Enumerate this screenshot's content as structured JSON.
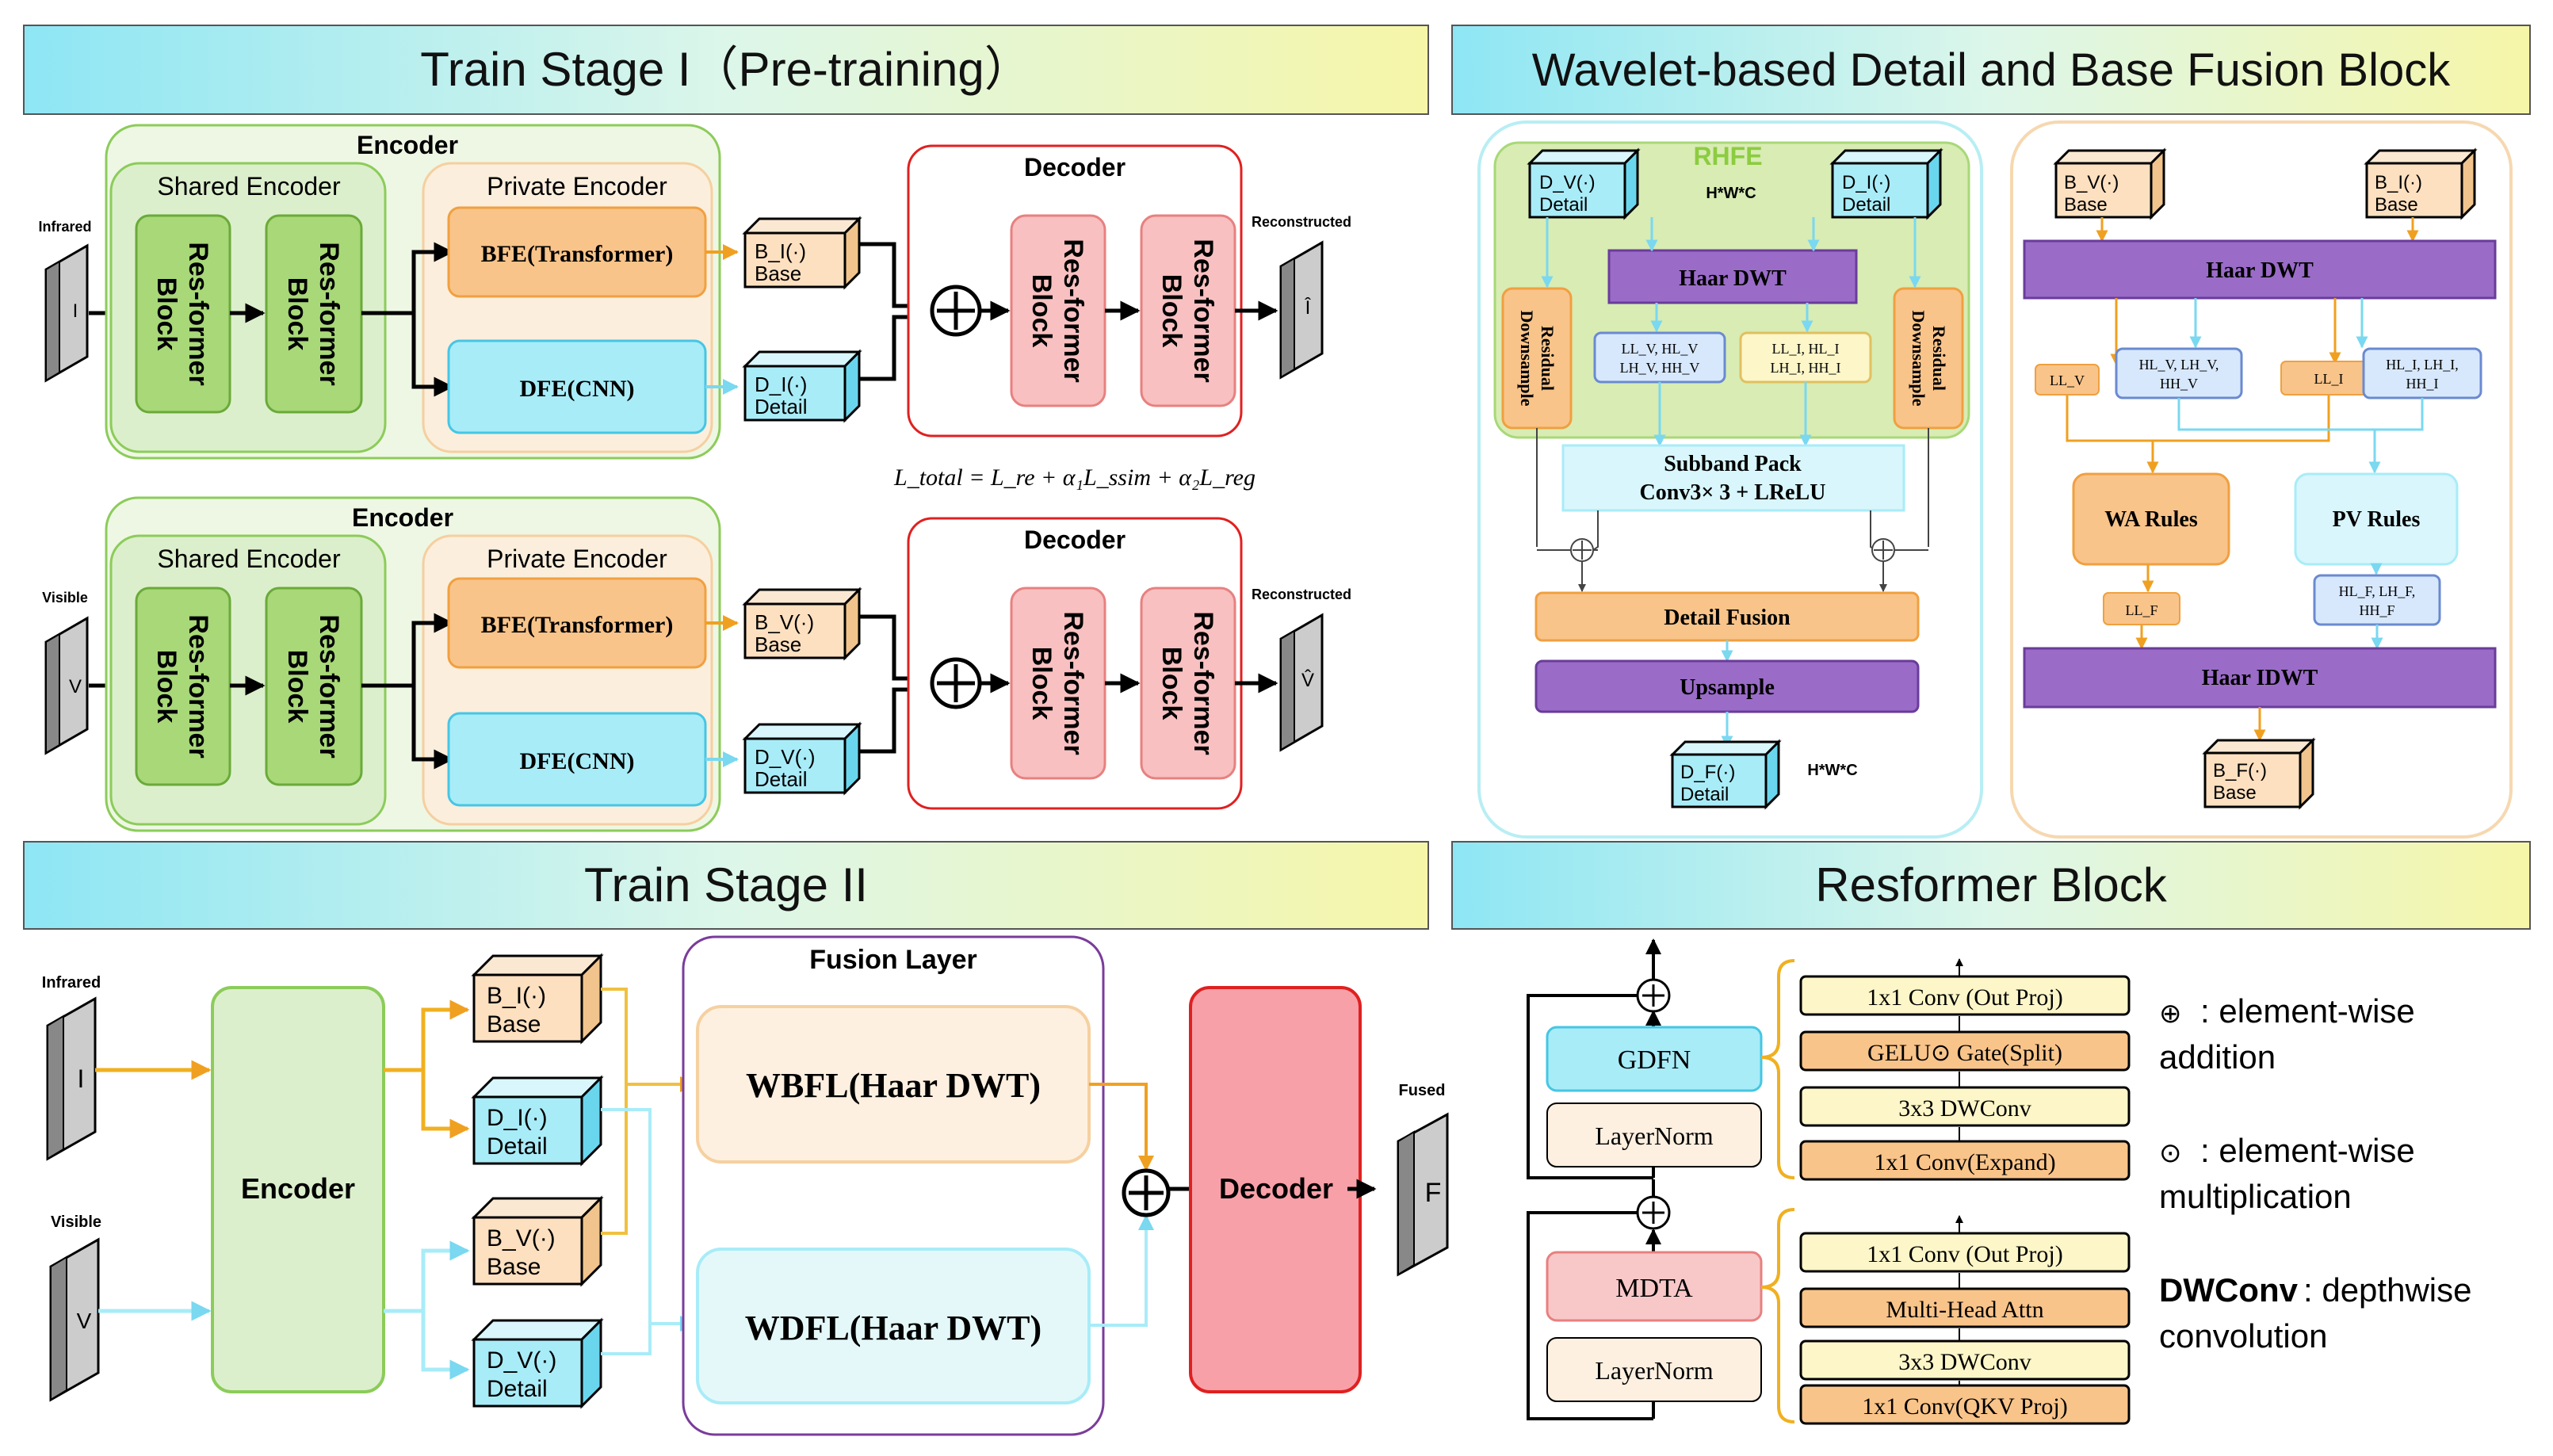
{
  "panels": {
    "stage1": {
      "title": "Train Stage I（Pre-training）"
    },
    "wavelet": {
      "title": "Wavelet-based Detail and Base Fusion Block"
    },
    "stage2": {
      "title": "Train Stage II"
    },
    "resformer": {
      "title": "Resformer Block"
    }
  },
  "stage1": {
    "encoder_label": "Encoder",
    "shared_label": "Shared Encoder",
    "private_label": "Private Encoder",
    "resblock_text": "Res-former Block",
    "bfe": "BFE(Transformer)",
    "dfe": "DFE(CNN)",
    "decoder_label": "Decoder",
    "reconstructed": "Reconstructed",
    "infrared": "Infrared",
    "visible": "Visible",
    "img_I": "I",
    "img_V": "V",
    "img_Ihat": "Î",
    "img_Vhat": "V̂",
    "bi_base": [
      "B_I(·)",
      "Base"
    ],
    "di_detail": [
      "D_I(·)",
      "Detail"
    ],
    "bv_base": [
      "B_V(·)",
      "Base"
    ],
    "dv_detail": [
      "D_V(·)",
      "Detail"
    ],
    "loss": "L_total = L_re + α₁L_ssim + α₂L_reg"
  },
  "wavelet": {
    "rhfe": "RHFE",
    "dv": [
      "D_V(·)",
      "Detail"
    ],
    "di": [
      "D_I(·)",
      "Detail"
    ],
    "hwc": "H*W*C",
    "haar_dwt": "Haar DWT",
    "residual_down": "Residual Downsample",
    "sub_v": [
      "LL_V, HL_V",
      "LH_V, HH_V"
    ],
    "sub_i": [
      "LL_I, HL_I",
      "LH_I, HH_I"
    ],
    "subband_pack": [
      "Subband Pack",
      "Conv3× 3 + LReLU"
    ],
    "detail_fusion": "Detail Fusion",
    "upsample": "Upsample",
    "df": [
      "D_F(·)",
      "Detail"
    ],
    "bv": [
      "B_V(·)",
      "Base"
    ],
    "bi": [
      "B_I(·)",
      "Base"
    ],
    "llv": "LL_V",
    "hlv": [
      "HL_V, LH_V,",
      "HH_V"
    ],
    "lli": "LL_I",
    "hli": [
      "HL_I, LH_I,",
      "HH_I"
    ],
    "wa_rules": "WA Rules",
    "pv_rules": "PV Rules",
    "llf": "LL_F",
    "hlf": [
      "HL_F, LH_F,",
      "HH_F"
    ],
    "haar_idwt": "Haar IDWT",
    "bf": [
      "B_F(·)",
      "Base"
    ]
  },
  "stage2": {
    "infrared": "Infrared",
    "visible": "Visible",
    "img_I": "I",
    "img_V": "V",
    "img_F": "F",
    "encoder": "Encoder",
    "bi": [
      "B_I(·)",
      "Base"
    ],
    "di": [
      "D_I(·)",
      "Detail"
    ],
    "bv": [
      "B_V(·)",
      "Base"
    ],
    "dv": [
      "D_V(·)",
      "Detail"
    ],
    "fusion_layer": "Fusion Layer",
    "wbfl": "WBFL(Haar DWT)",
    "wdfl": "WDFL(Haar DWT)",
    "decoder": "Decoder",
    "fused": "Fused"
  },
  "resformer": {
    "gdfn": "GDFN",
    "mdta": "MDTA",
    "layernorm": "LayerNorm",
    "gdfn_stack": [
      "1x1 Conv (Out Proj)",
      "GELU⊙ Gate(Split)",
      "3x3 DWConv",
      "1x1 Conv(Expand)"
    ],
    "mdta_stack": [
      "1x1 Conv (Out Proj)",
      "Multi-Head Attn",
      "3x3 DWConv",
      "1x1 Conv(QKV Proj)"
    ],
    "legend": [
      [
        "⊕",
        ": element-wise",
        "addition"
      ],
      [
        "⊙",
        ": element-wise",
        "multiplication"
      ],
      [
        "DWConv",
        ": depthwise",
        "convolution"
      ]
    ]
  },
  "colors": {
    "green_fill": "#a8d878",
    "green_stroke": "#6aaa3a",
    "orange_fill": "#f9c48a",
    "orange_stroke": "#f0a040",
    "cyan_fill": "#a8ecf8",
    "cyan_stroke": "#46c6e4",
    "pink_fill": "#f8c0c0",
    "pink_stroke": "#e88080",
    "purple_fill": "#9a6cc8",
    "purple_stroke": "#6a3c9a",
    "red_fill": "#f8a0a8",
    "red_stroke": "#e02020"
  }
}
